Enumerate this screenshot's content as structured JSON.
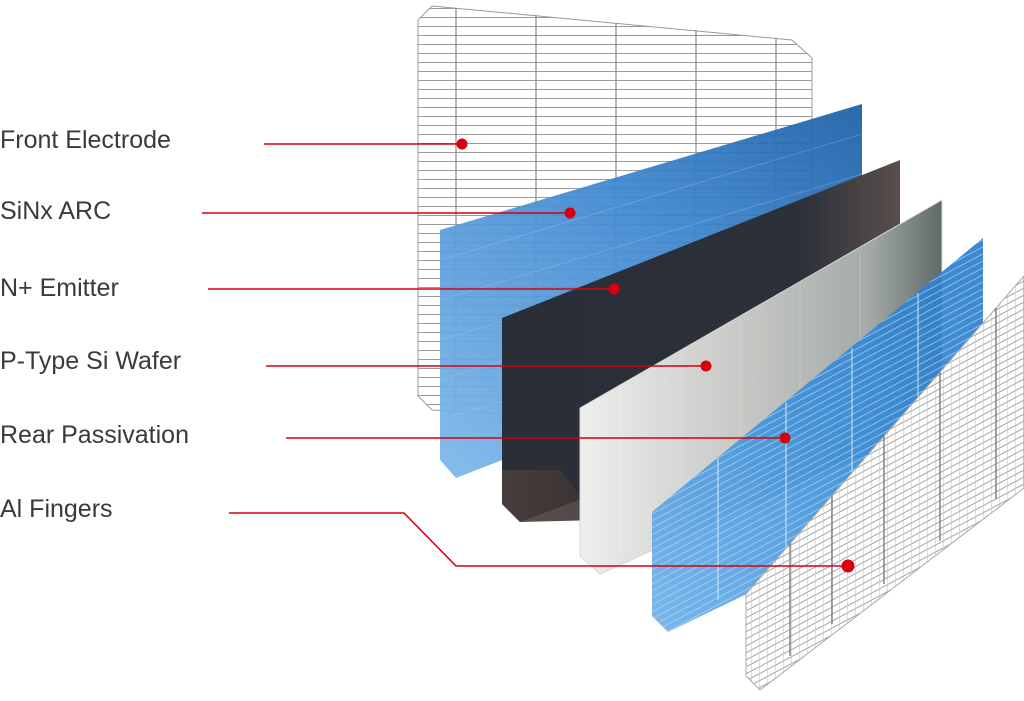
{
  "layers": [
    {
      "label": "Front Electrode"
    },
    {
      "label": "SiNx ARC"
    },
    {
      "label": "N+ Emitter"
    },
    {
      "label": "P-Type Si Wafer"
    },
    {
      "label": "Rear Passivation"
    },
    {
      "label": "Al Fingers"
    }
  ],
  "colors": {
    "leader": "#d6000f",
    "label_text": "#3a3a3a",
    "arc_blue": "#1f6fb8",
    "emitter_dark": "#2b2f38",
    "wafer_gray": "#c9cac8",
    "passivation_blue": "#3b8fd6"
  }
}
